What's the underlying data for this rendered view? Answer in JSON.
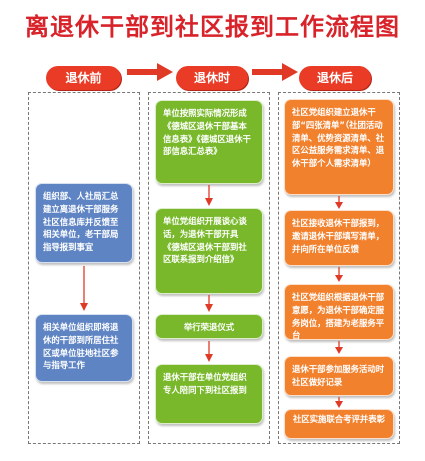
{
  "title": "离退休干部到社区报到工作流程图",
  "phases": {
    "before": "退休前",
    "during": "退休时",
    "after": "退休后"
  },
  "colors": {
    "title": "#d8232a",
    "phase": "#ea3b26",
    "arrow": "#e03a26",
    "blue_box": "#5e84c4",
    "green_box": "#78b82a",
    "orange_box": "#f2812e"
  },
  "before_steps": [
    "组织部、人社局汇总建立离退休干部服务社区信息库并反馈至相关单位，老干部局指导报到事宜",
    "相关单位组织即将退休的干部到所居住社区或单位驻地社区参与指导工作"
  ],
  "during_steps": [
    "单位按照实际情况形成《德城区退休干部基本信息表》《德城区退休干部信息汇总表》",
    "单位党组织开展谈心谈话，为退休干部开具《德城区退休干部到社区联系报到介绍信》",
    "举行荣退仪式",
    "退休干部在单位党组织专人陪同下到社区报到"
  ],
  "after_steps": [
    "社区党组织建立退休干部“四张清单”（社团活动清单、优势资源清单、社区公益服务需求清单、退休干部个人需求清单）",
    "社区接收退休干部报到，邀请退休干部填写清单，并向所在单位反馈",
    "社区党组织根据退休干部意愿，为退休干部确定服务岗位，搭建为老服务平台",
    "退休干部参加服务活动时社区做好记录",
    "社区实施联合考评并表彰"
  ]
}
